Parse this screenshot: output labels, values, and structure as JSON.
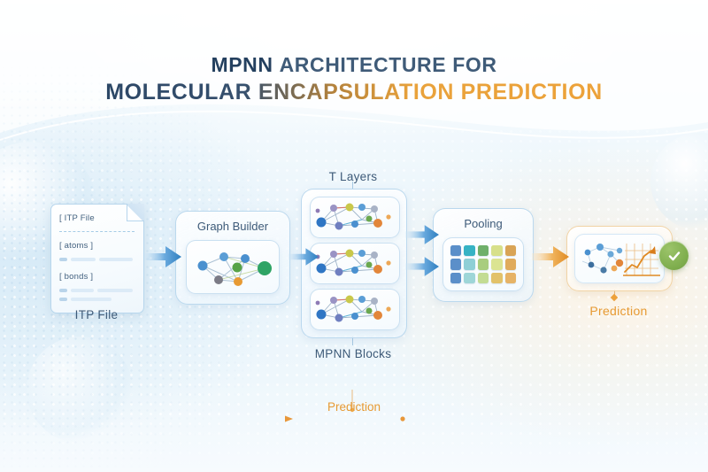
{
  "title": {
    "line1_bold": "MPNN",
    "line1_rest": "ARCHITECTURE FOR",
    "line2": "MOLECULAR ENCAPSULATION PREDICTION"
  },
  "colors": {
    "navy": "#24405f",
    "slate": "#3f5b78",
    "orange": "#e79a33",
    "arrow_blue": "#3f8ccb",
    "arrow_orange": "#eda13a",
    "check_green": "#7fae4e",
    "label_blue": "#3d5a78"
  },
  "pipeline": {
    "itp": {
      "label": "ITP File",
      "header": "[ ITP File",
      "section_atoms": "[ atoms ]",
      "section_bonds": "[ bonds ]"
    },
    "graph_builder": {
      "title": "Graph Builder"
    },
    "mpnn": {
      "top_label": "T Layers",
      "bottom_label": "MPNN Blocks",
      "block_count": 3
    },
    "pooling": {
      "title": "Pooling",
      "grid": {
        "columns": 5,
        "rows": 3,
        "tiles": [
          [
            "#5b8fc9",
            "#37b3c4",
            "#6fb06a",
            "#d7e08a",
            "#d9a456"
          ],
          [
            "#5b8fc9",
            "#8ecfd6",
            "#a9cd7e",
            "#dbe492",
            "#e0ab5c"
          ],
          [
            "#5b8fc9",
            "#9ed6d8",
            "#c3dc93",
            "#e2c26a",
            "#e6b366"
          ]
        ]
      }
    },
    "prediction": {
      "label": "Prediction",
      "badge_icon": "check-icon"
    }
  },
  "feedback": {
    "label": "Prediction"
  },
  "icons": {
    "arrow": "arrow-right-icon",
    "file_fold": "page-fold-icon",
    "molecule": "molecule-graph-icon",
    "chart": "rising-chart-icon"
  }
}
